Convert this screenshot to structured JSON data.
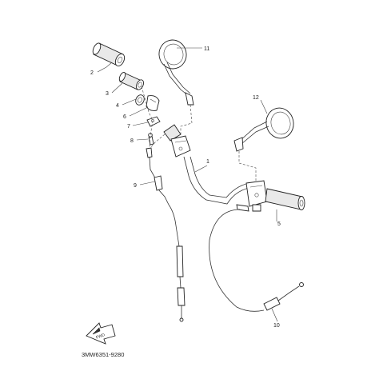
{
  "parts": [
    {
      "number": "1",
      "key": "handlebar"
    },
    {
      "number": "2",
      "key": "grip-left"
    },
    {
      "number": "3",
      "key": "throttle-tube"
    },
    {
      "number": "4",
      "key": "washer"
    },
    {
      "number": "5",
      "key": "right-grip"
    },
    {
      "number": "6",
      "key": "throttle-housing"
    },
    {
      "number": "7",
      "key": "clamp"
    },
    {
      "number": "8",
      "key": "screw"
    },
    {
      "number": "9",
      "key": "throttle-cable"
    },
    {
      "number": "10",
      "key": "brake-cable"
    },
    {
      "number": "11",
      "key": "mirror-left"
    },
    {
      "number": "12",
      "key": "mirror-right"
    }
  ],
  "fwd_arrow_text": "FWD",
  "diagram_code": "3MW6351-9280"
}
